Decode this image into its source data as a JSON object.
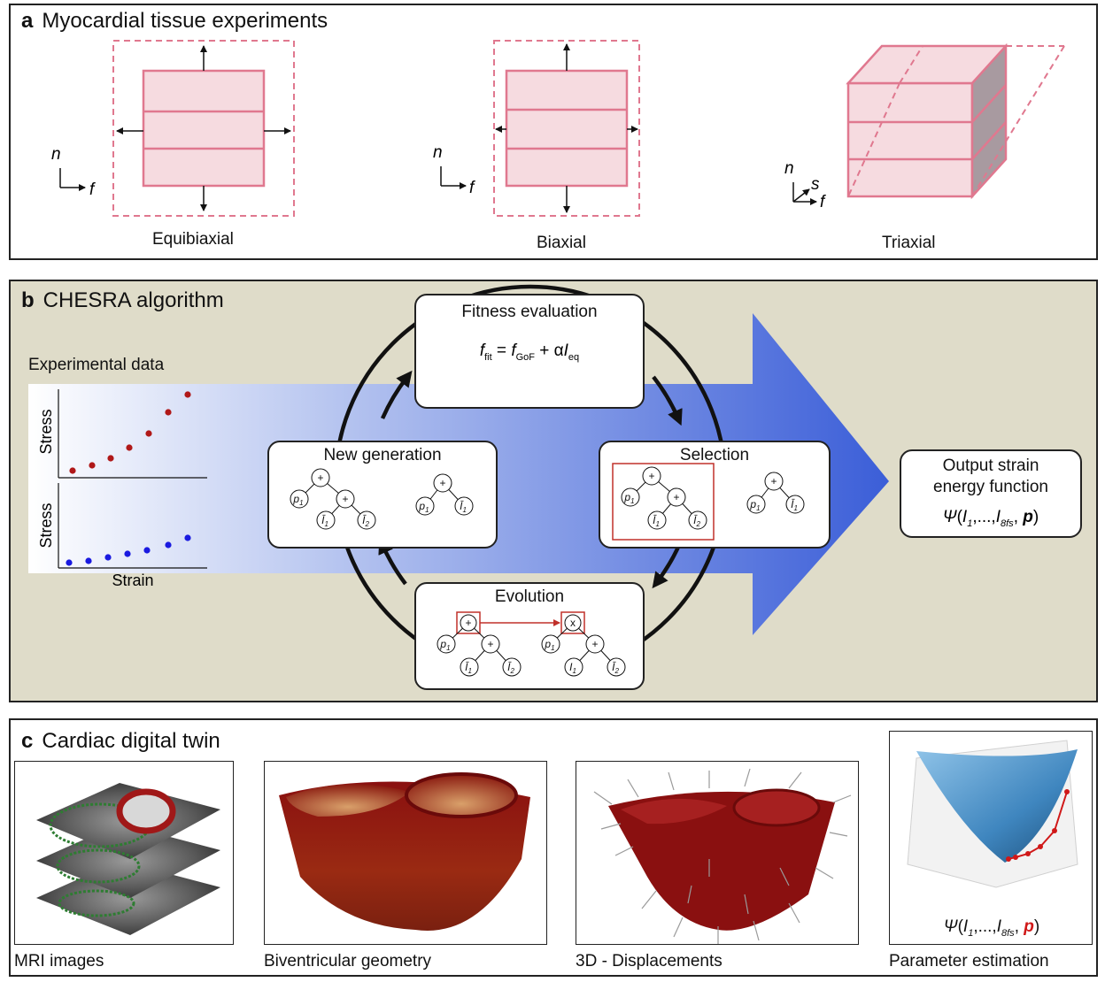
{
  "panel_a": {
    "letter": "a",
    "title": "Myocardial tissue experiments",
    "experiments": [
      {
        "label": "Equibiaxial",
        "axes": [
          "n",
          "f"
        ]
      },
      {
        "label": "Biaxial",
        "axes": [
          "n",
          "f"
        ]
      },
      {
        "label": "Triaxial",
        "axes": [
          "n",
          "s",
          "f"
        ]
      }
    ]
  },
  "panel_b": {
    "letter": "b",
    "title": "CHESRA algorithm",
    "experimental_data": "Experimental data",
    "stress_label_1": "Stress",
    "stress_label_2": "Stress",
    "strain_label": "Strain",
    "fitness_title": "Fitness evaluation",
    "new_generation_title": "New generation",
    "selection_title": "Selection",
    "evolution_title": "Evolution",
    "output_line1": "Output strain",
    "output_line2": "energy function",
    "colors": {
      "red_series": "#b01818",
      "blue_series": "#1a1ae0",
      "arrow": "#3b5ed8",
      "tissue": "#f6dbe0",
      "tissue_edge": "#e0788f",
      "highlight": "#c0302a"
    }
  },
  "panel_c": {
    "letter": "c",
    "title": "Cardiac digital twin",
    "items": [
      {
        "label": "MRI images"
      },
      {
        "label": "Biventricular geometry"
      },
      {
        "label": "3D - Displacements"
      },
      {
        "label": "Parameter estimation"
      }
    ]
  }
}
